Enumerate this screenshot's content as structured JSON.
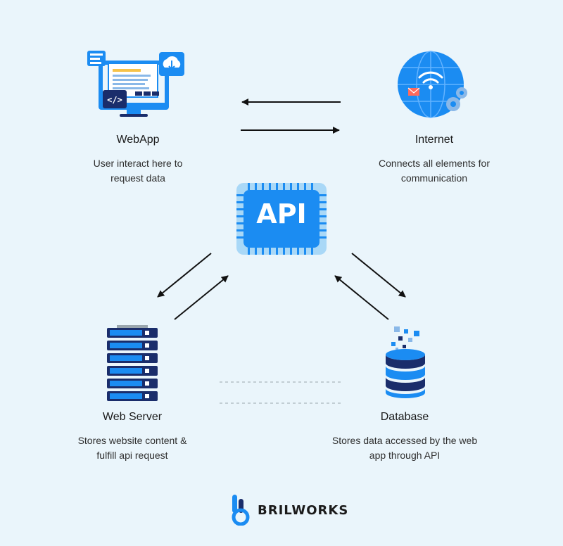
{
  "nodes": {
    "webapp": {
      "title": "WebApp",
      "desc_line1": "User interact here to",
      "desc_line2": "request data"
    },
    "internet": {
      "title": "Internet",
      "desc_line1": "Connects all elements for",
      "desc_line2": "communication"
    },
    "api": {
      "label": "API"
    },
    "webserver": {
      "title": "Web Server",
      "desc_line1": "Stores website content &",
      "desc_line2": "fulfill api request"
    },
    "database": {
      "title": "Database",
      "desc_line1": "Stores data accessed by the web",
      "desc_line2": "app through API"
    }
  },
  "brand": {
    "name": "BRILWORKS"
  },
  "colors": {
    "background": "#eaf5fb",
    "accent_blue": "#1b8cf2",
    "dark_navy": "#1a2d6b",
    "arrow": "#111111"
  },
  "icons": {
    "webapp": "desktop-monitor-icon",
    "internet": "globe-wifi-icon",
    "api": "api-chip-icon",
    "webserver": "server-rack-icon",
    "database": "database-stack-icon",
    "brand": "brilworks-logo-icon"
  }
}
